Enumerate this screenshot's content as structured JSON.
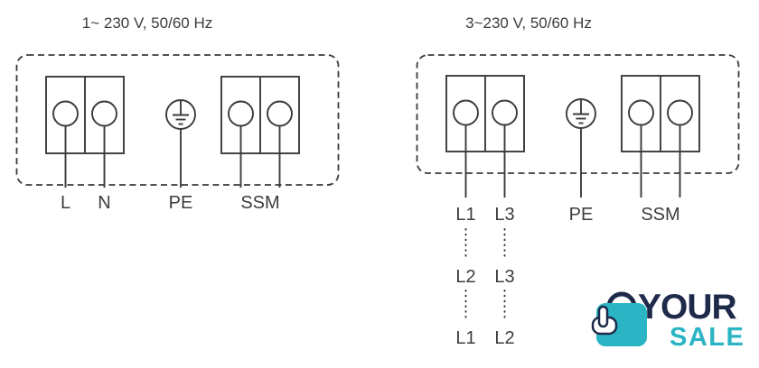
{
  "page": {
    "background": "#ffffff"
  },
  "diagram_color": "#3B3B3B",
  "diagrams": [
    {
      "id": "single-phase",
      "title": "1~ 230 V, 50/60 Hz",
      "terminal_labels": {
        "left": "L",
        "right": "N",
        "earth": "PE",
        "signal": "SSM"
      }
    },
    {
      "id": "three-phase",
      "title": "3~230 V, 50/60 Hz",
      "terminal_labels": {
        "left": "L1",
        "right": "L3",
        "earth": "PE",
        "signal": "SSM"
      },
      "alternate_rows": [
        {
          "left": "L2",
          "right": "L3"
        },
        {
          "left": "L1",
          "right": "L2"
        }
      ]
    }
  ],
  "logo": {
    "word_top": "YOUR",
    "word_bottom": "SALE",
    "colors": {
      "navy": "#1E2A4A",
      "teal": "#2BB5C4"
    }
  }
}
